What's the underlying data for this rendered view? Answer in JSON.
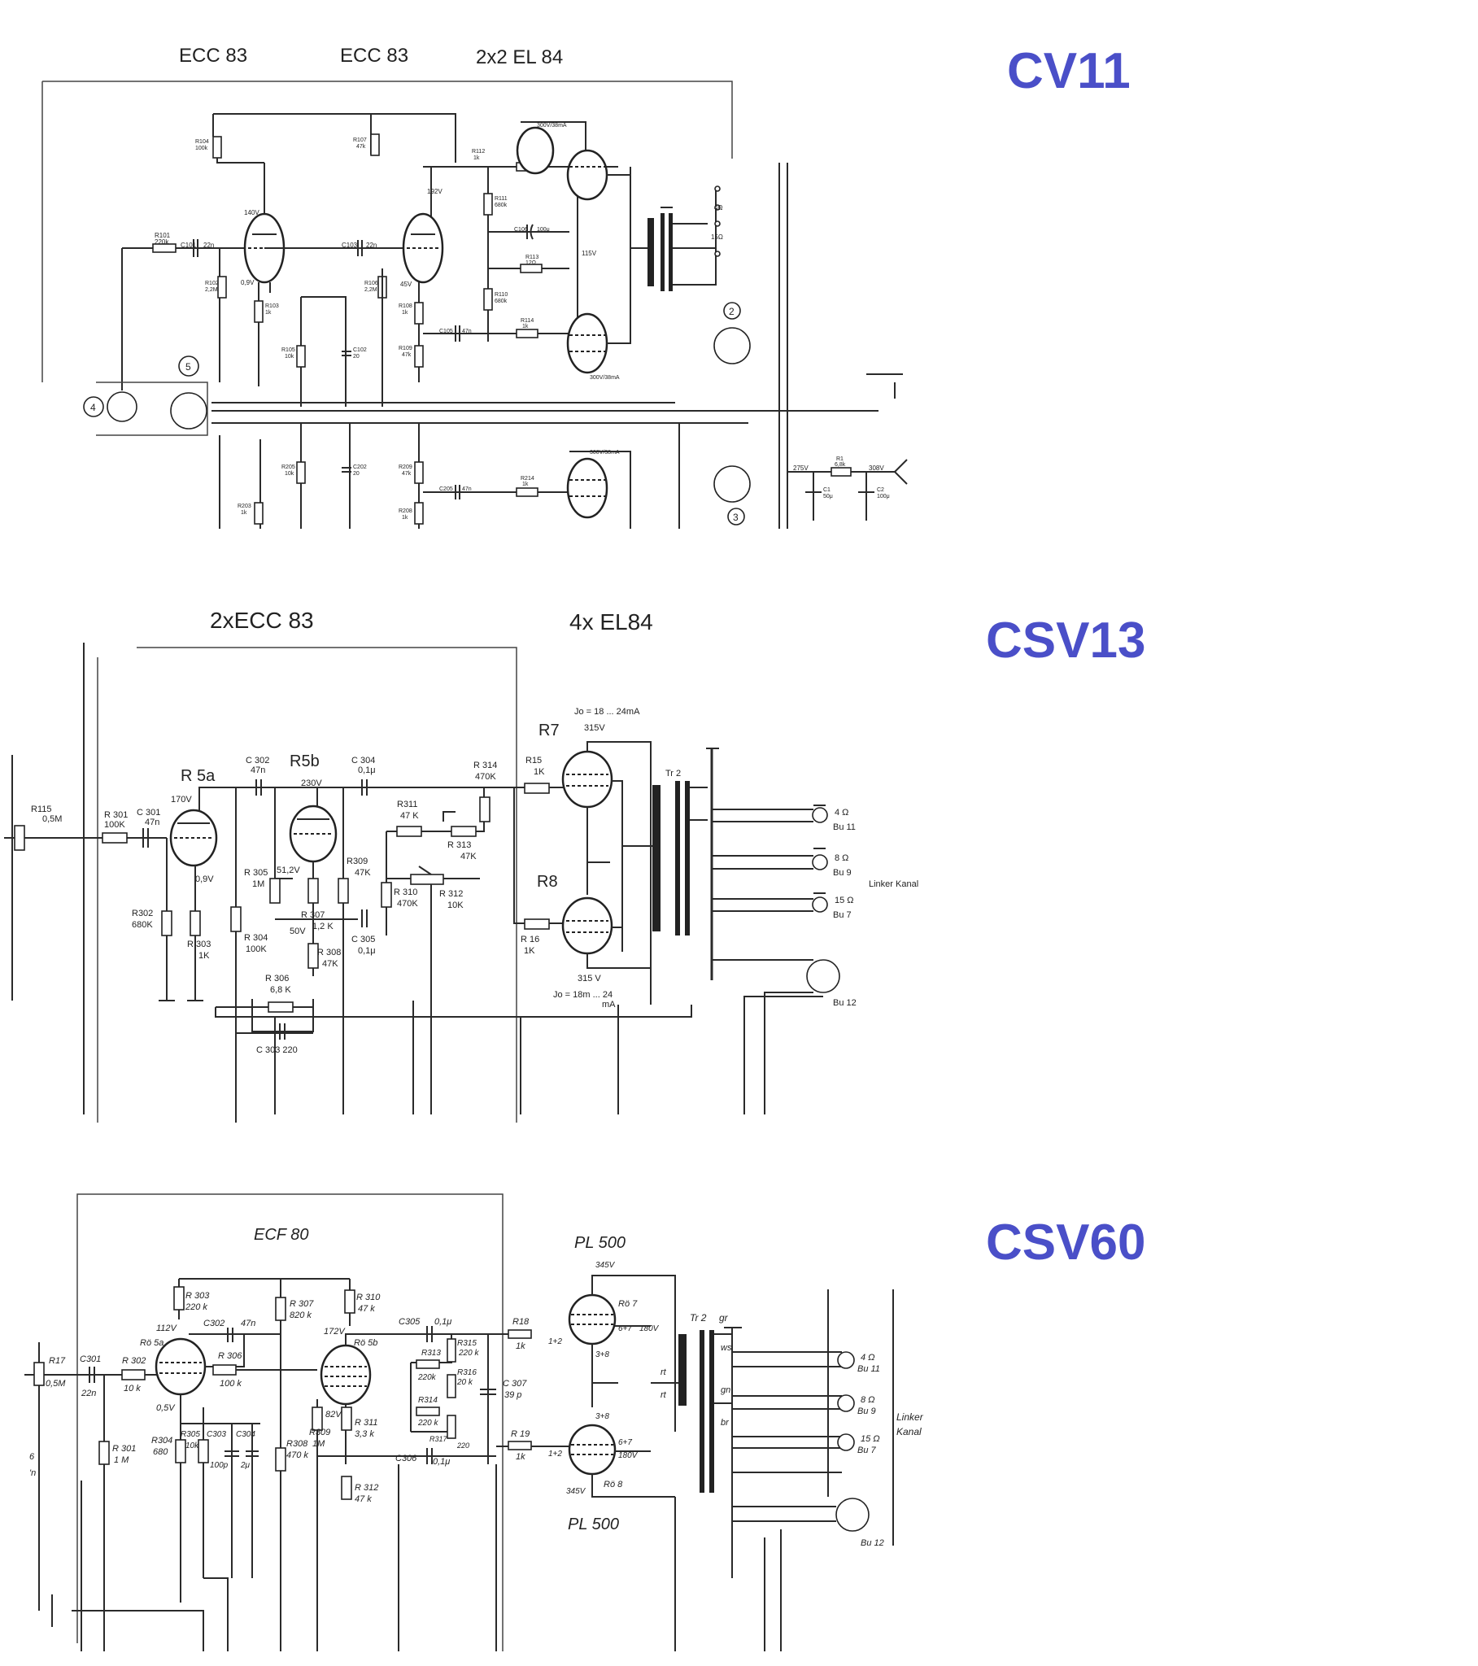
{
  "colors": {
    "title": "#4a4fc8",
    "ink": "#222222"
  },
  "panels": [
    {
      "title": "CV11",
      "tube_labels": [
        "ECC 83",
        "ECC 83",
        "2x2 EL 84"
      ],
      "labels": {
        "r101": "R101",
        "r101v": "220k",
        "c101": "C101",
        "c101v": "22n",
        "r102": "R102",
        "r102v": "2,2M",
        "r103": "R103",
        "r103v": "1k",
        "r104": "R104",
        "r104v": "100k",
        "r105": "R105",
        "r105v": "10k",
        "c102": "C102",
        "c102v": "20",
        "c103": "C103",
        "c103v": "22n",
        "r106": "R106",
        "r106v": "2,2M",
        "r107": "R107",
        "r107v": "47k",
        "r108": "R108",
        "r108v": "1k",
        "r109": "R109",
        "r109v": "47k",
        "c105": "C105",
        "c105v": "47n",
        "r110": "R110",
        "r110v": "680k",
        "r111": "R111",
        "r111v": "680k",
        "r112": "R112",
        "r112v": "1k",
        "r113": "R113",
        "r113v": "12Ω",
        "r114": "R114",
        "r114v": "1k",
        "c106": "C106",
        "c106v": "100μ",
        "v140": "140V",
        "v192": "192V",
        "v09": "0,9V",
        "v45": "45V",
        "v115": "115V",
        "op1": "300V/38mA",
        "op2": "300V/38mA",
        "op3": "300V/38mA",
        "o4": "4Ω",
        "o15": "15Ω",
        "r205": "R205",
        "r205v": "10k",
        "c202": "C202",
        "c202v": "20",
        "r209": "R209",
        "r209v": "47k",
        "c205": "C205",
        "c205v": "47n",
        "r214": "R214",
        "r214v": "1k",
        "r203": "R203",
        "r203v": "1k",
        "r208": "R208",
        "r208v": "1k",
        "v275": "275V",
        "v308": "308V",
        "c1": "C1",
        "c1v": "50μ",
        "r1": "R1",
        "r1v": "6,8k",
        "c2": "C2",
        "c2v": "100μ",
        "n2": "2",
        "n3": "3",
        "n4": "4",
        "n5": "5"
      }
    },
    {
      "title": "CSV13",
      "tube_labels": [
        "2xECC 83",
        "4x EL84"
      ],
      "labels": {
        "r115": "R115",
        "r115v": "0,5M",
        "r301": "R 301",
        "r301v": "100K",
        "c301": "C 301",
        "c301v": "47n",
        "r5a": "R 5a",
        "r5b": "R5b",
        "c302": "C 302",
        "c302v": "47n",
        "c304": "C 304",
        "c304v": "0,1μ",
        "v170": "170V",
        "v230": "230V",
        "v512": "51,2V",
        "v09": "0,9V",
        "v50": "50V",
        "r302": "R302",
        "r302v": "680K",
        "r303": "R 303",
        "r303v": "1K",
        "r304": "R 304",
        "r304v": "100K",
        "r305": "R 305",
        "r305v": "1M",
        "r307": "R 307",
        "r307v": "1,2 K",
        "r308": "R 308",
        "r308v": "47K",
        "r306": "R 306",
        "r306v": "6,8 K",
        "c303": "C 303  220",
        "r309": "R309",
        "r309v": "47K",
        "c305": "C 305",
        "c305v": "0,1μ",
        "r310": "R 310",
        "r310v": "470K",
        "r311": "R311",
        "r311v": "47 K",
        "r312": "R 312",
        "r312v": "10K",
        "r313": "R 313",
        "r313v": "47K",
        "r314": "R 314",
        "r314v": "470K",
        "r7": "R7",
        "r8": "R8",
        "r15": "R15",
        "r15v": "1K",
        "r16": "R 16",
        "r16v": "1K",
        "io1": "Jo = 18 ... 24mA",
        "v315a": "315V",
        "v315b": "315 V",
        "io2": "Jo = 18m ... 24",
        "ma": "mA",
        "tr2": "Tr 2",
        "o4": "4 Ω",
        "bu11": "Bu 11",
        "o8": "8 Ω",
        "bu9": "Bu 9",
        "o15": "15 Ω",
        "bu7": "Bu 7",
        "bu12": "Bu 12",
        "linker": "Linker   Kanal"
      }
    },
    {
      "title": "CSV60",
      "tube_labels": [
        "ECF 80",
        "PL 500",
        "PL 500"
      ],
      "labels": {
        "r17": "R17",
        "r17v": "0,5M",
        "c301": "C301",
        "c301v": "22n",
        "r301": "R 301",
        "r301v": "1 M",
        "r302": "R 302",
        "r302v": "10 k",
        "r303": "R 303",
        "r303v": "220 k",
        "ro5a": "Rö 5a",
        "v112": "112V",
        "v05": "0,5V",
        "c302": "C302",
        "c302v": "47n",
        "r306": "R 306",
        "r306v": "100 k",
        "r304": "R304",
        "r304v": "680",
        "r305": "R305",
        "r305v": "10k",
        "c303": "C303",
        "c303v": "100p",
        "c304": "C304",
        "c304v": "2μ",
        "r307": "R 307",
        "r307v": "820 k",
        "r308": "R308",
        "r308v": "470 k",
        "r309": "R309",
        "r309v": "1M",
        "v82": "82V",
        "v172": "172V",
        "r310": "R 310",
        "r310v": "47 k",
        "ro5b": "Rö 5b",
        "r311": "R 311",
        "r311v": "3,3 k",
        "r312": "R 312",
        "r312v": "47 k",
        "c305": "C305",
        "c305v": "0,1μ",
        "c306": "C306",
        "c306v": "0,1μ",
        "r313": "R313",
        "r313v": "220k",
        "r314": "R314",
        "r314v": "220 k",
        "r315": "R315",
        "r315v": "220 k",
        "r316": "R316",
        "r316v": "20 k",
        "r317": "R317",
        "r317v": "220",
        "c307": "C 307",
        "c307v": "39 p",
        "r18": "R18",
        "r18v": "1k",
        "r19": "R 19",
        "r19v": "1k",
        "ro7": "Rö 7",
        "ro8": "Rö 8",
        "v345a": "345V",
        "v345b": "345V",
        "v180a": "180V",
        "v180b": "180V",
        "p12a": "1+2",
        "p12b": "1+2",
        "p67a": "6+7",
        "p67b": "6+7",
        "p38a": "3+8",
        "p38b": "3+8",
        "tr2": "Tr 2",
        "gr": "gr",
        "ws": "ws",
        "gn": "gn",
        "br": "br",
        "rt1": "rt",
        "rt2": "rt",
        "o4": "4 Ω",
        "bu11": "Bu 11",
        "o8": "8 Ω",
        "bu9": "Bu 9",
        "o15": "15 Ω",
        "bu7": "Bu 7",
        "bu12": "Bu 12",
        "linker1": "Linker",
        "linker2": "Kanal",
        "e6": "6",
        "en": "'n"
      }
    }
  ]
}
